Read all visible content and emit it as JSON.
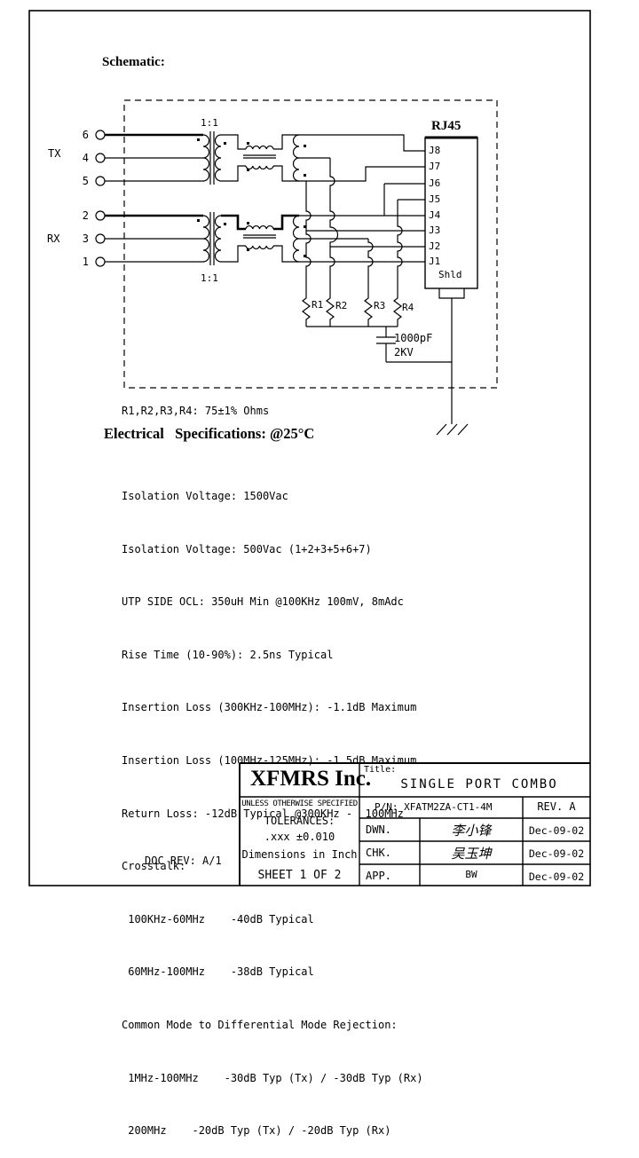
{
  "page": {
    "doc_rev": "DOC REV: A/1"
  },
  "schematic": {
    "heading": "Schematic:",
    "tx_label": "TX",
    "rx_label": "RX",
    "ratio_top": "1:1",
    "ratio_bottom": "1:1",
    "pins_tx": [
      "6",
      "4",
      "5"
    ],
    "pins_rx": [
      "2",
      "3",
      "1"
    ],
    "rj45": {
      "title": "RJ45",
      "pins": [
        "J8",
        "J7",
        "J6",
        "J5",
        "J4",
        "J3",
        "J2",
        "J1"
      ],
      "shield": "Shld"
    },
    "resistors": [
      "R1",
      "R2",
      "R3",
      "R4"
    ],
    "cap_value": "1000pF",
    "cap_rating": "2KV",
    "resistor_note": "R1,R2,R3,R4: 75±1% Ohms"
  },
  "specs": {
    "heading": "Electrical   Specifications: @25°C",
    "lines": [
      "Isolation Voltage: 1500Vac",
      "Isolation Voltage: 500Vac (1+2+3+5+6+7)",
      "UTP SIDE OCL: 350uH Min @100KHz 100mV, 8mAdc",
      "Rise Time (10-90%): 2.5ns Typical",
      "Insertion Loss (300KHz-100MHz): -1.1dB Maximum",
      "Insertion Loss (100MHz-125MHz): -1.5dB Maximum",
      "Return Loss: -12dB Typical @300KHz -  100MHz",
      "Crosstalk:",
      " 100KHz-60MHz    -40dB Typical",
      " 60MHz-100MHz    -38dB Typical",
      "Common Mode to Differential Mode Rejection:",
      " 1MHz-100MHz    -30dB Typ (Tx) / -30dB Typ (Rx)",
      " 200MHz    -20dB Typ (Tx) / -20dB Typ (Rx)"
    ]
  },
  "titleblock": {
    "company": "XFMRS Inc.",
    "title_label": "Title:",
    "title": "SINGLE PORT COMBO",
    "unless_note": "UNLESS OTHERWISE SPECIFIED",
    "tolerances_label": "TOLERANCES:",
    "tolerance_value": ".xxx ±0.010",
    "dimensions_note": "Dimensions in Inch",
    "sheet": "SHEET 1 OF 2",
    "pn": "P/N: XFATM2ZA-CT1-4M",
    "rev": "REV. A",
    "rows": [
      {
        "label": "DWN.",
        "sig": "李小锋",
        "date": "Dec-09-02"
      },
      {
        "label": "CHK.",
        "sig": "吴玉坤",
        "date": "Dec-09-02"
      },
      {
        "label": "APP.",
        "sig": "BW",
        "date": "Dec-09-02"
      }
    ]
  }
}
